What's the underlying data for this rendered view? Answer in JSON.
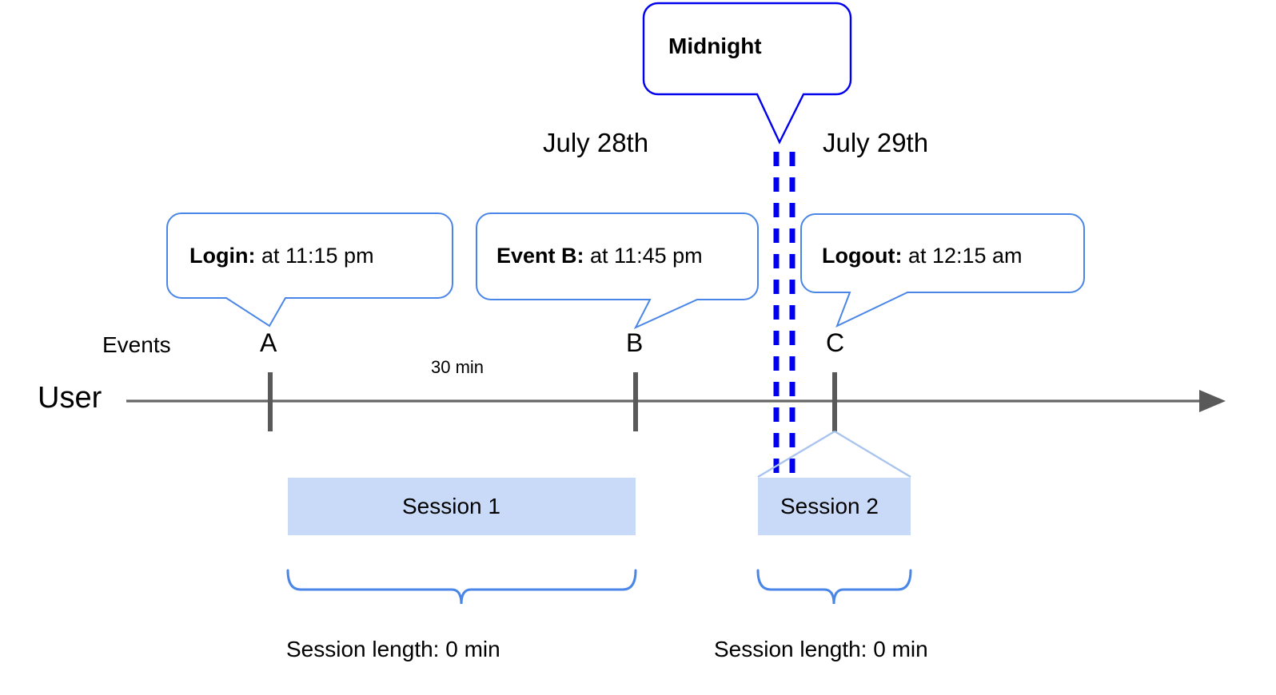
{
  "diagram": {
    "title_callout": {
      "label": "Midnight"
    },
    "dates": {
      "left": "July 28th",
      "right": "July 29th"
    },
    "axis": {
      "row_label": "User",
      "events_label": "Events",
      "gap_label": "30 min"
    },
    "events": [
      {
        "key": "A",
        "marker": "A",
        "bold": "Login:",
        "rest": " at 11:15 pm"
      },
      {
        "key": "B",
        "marker": "B",
        "bold": "Event B:",
        "rest": " at 11:45 pm"
      },
      {
        "key": "C",
        "marker": "C",
        "bold": "Logout:",
        "rest": " at 12:15 am"
      }
    ],
    "sessions": [
      {
        "name": "Session 1",
        "length_label": "Session length: 0 min"
      },
      {
        "name": "Session 2",
        "length_label": "Session length: 0 min"
      }
    ],
    "colors": {
      "midnight_blue": "#0000EE",
      "callout_blue": "#4A86E8",
      "session_fill": "#C9DAF8",
      "axis_gray": "#666666",
      "tick_gray": "#595959"
    }
  }
}
